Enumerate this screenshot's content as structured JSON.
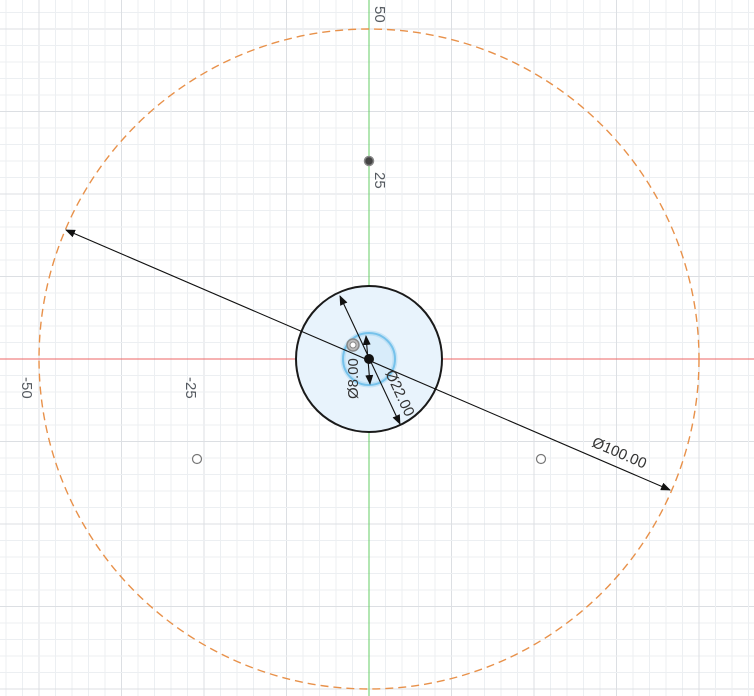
{
  "app": {
    "view": "sketch"
  },
  "axis_labels": {
    "x_neg50": "-50",
    "x_neg25": "-25",
    "y_pos25": "25",
    "y_pos50": "50"
  },
  "dimensions": {
    "outer_diameter": "Ø100.00",
    "mid_diameter": "Ø22.00",
    "inner_diameter": "Ø8.00"
  },
  "colors": {
    "x_axis": "#ee6666",
    "y_axis": "#66cc66",
    "construction_circle": "#e8914a",
    "profile_fill": "#e8f3fc",
    "profile_stroke": "#1a1a1a",
    "selected_circle": "#55b4e8",
    "dimension": "#111111"
  },
  "icons": [
    "arrowhead",
    "sketch-point",
    "center-point"
  ]
}
